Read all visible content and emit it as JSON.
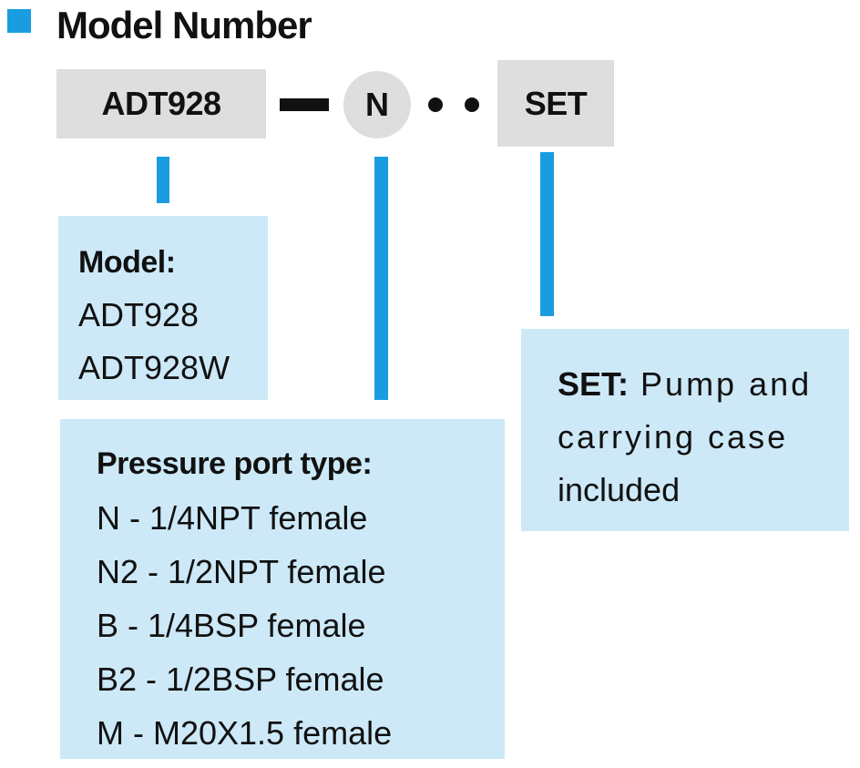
{
  "header": {
    "title": "Model Number",
    "accent_color": "#1a9de0"
  },
  "model_code": {
    "model": "ADT928",
    "port": "N",
    "set": "SET",
    "segment_fill_color": "#dedede"
  },
  "model_box": {
    "heading": "Model:",
    "items": [
      "ADT928",
      "ADT928W"
    ]
  },
  "port_box": {
    "heading": "Pressure port type:",
    "items": [
      "N - 1/4NPT female",
      "N2 - 1/2NPT female",
      "B - 1/4BSP female",
      "B2 - 1/2BSP female",
      "M - M20X1.5 female"
    ]
  },
  "set_box": {
    "label": "SET:",
    "lines": [
      "Pump and",
      "carrying case",
      "included"
    ]
  },
  "colors": {
    "connector": "#1a9de0",
    "box_fill": "#cde9f8"
  }
}
